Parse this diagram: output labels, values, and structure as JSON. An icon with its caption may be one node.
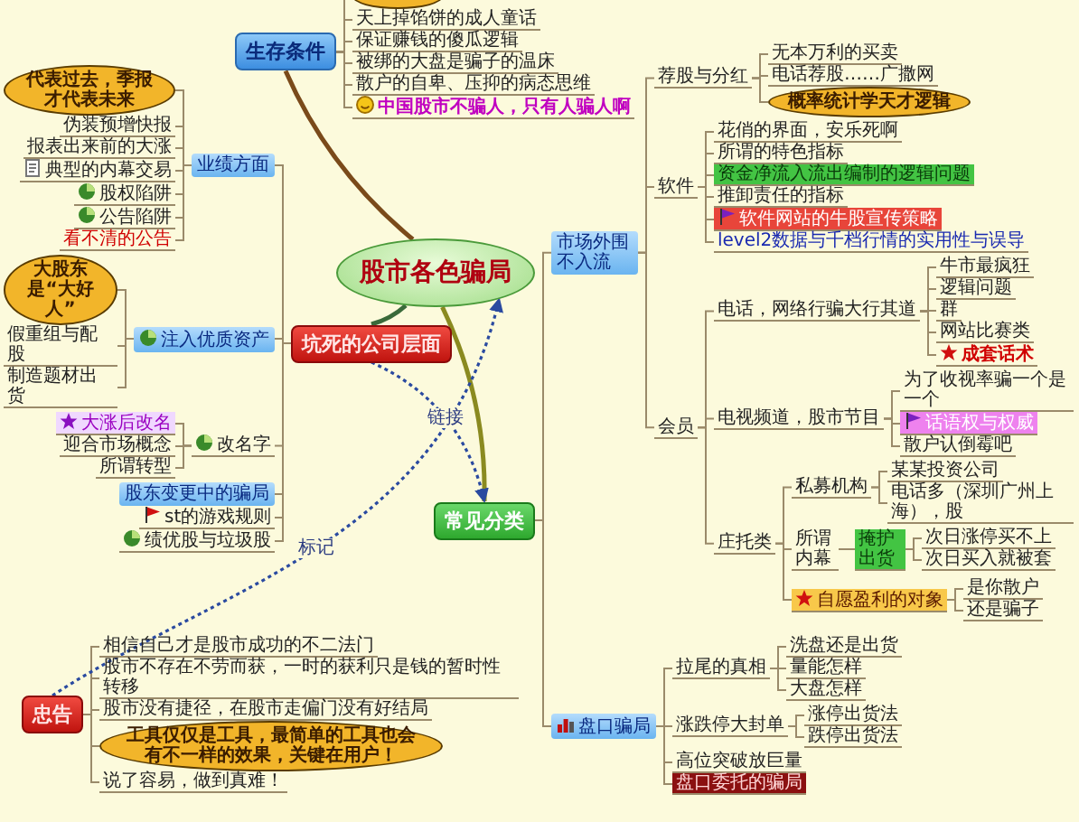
{
  "diagram": {
    "nodes": [
      {
        "text": [
          "股市各色骗局"
        ]
      },
      {
        "text": [
          "生存条件"
        ]
      },
      {
        "text": [],
        "shape": "ellipse"
      },
      {
        "text": [
          "天上掉馅饼的成人童话"
        ]
      },
      {
        "text": [
          "保证赚钱的傻瓜逻辑"
        ]
      },
      {
        "text": [
          "被绑的大盘是骗子的温床"
        ]
      },
      {
        "text": [
          "散户的自卑、压抑的病态思维"
        ]
      },
      {
        "text": [
          "中国股市不骗人，只有人骗人啊"
        ]
      },
      {
        "text": [
          "坑死的公司层面"
        ]
      },
      {
        "text": [
          "业绩方面"
        ]
      },
      {
        "text": [
          "代表过去，季报才代表未来"
        ]
      },
      {
        "text": [
          "伪装预增快报"
        ]
      },
      {
        "text": [
          "报表出来前的大涨"
        ]
      },
      {
        "text": [
          "典型的内幕交易"
        ]
      },
      {
        "text": [
          "股权陷阱"
        ]
      },
      {
        "text": [
          "公告陷阱"
        ]
      },
      {
        "text": [
          "看不清的公告"
        ]
      },
      {
        "text": [
          "注入优质资产"
        ]
      },
      {
        "text": [
          "大股东是“大好人”"
        ]
      },
      {
        "text": [
          "假重组与配股"
        ]
      },
      {
        "text": [
          "制造题材出货"
        ]
      },
      {
        "text": [
          "改名字"
        ]
      },
      {
        "text": [
          "大涨后改名"
        ]
      },
      {
        "text": [
          "迎合市场概念"
        ]
      },
      {
        "text": [
          "所谓转型"
        ]
      },
      {
        "text": [
          "股东变更中的骗局"
        ]
      },
      {
        "text": [
          "st的游戏规则"
        ]
      },
      {
        "text": [
          "绩优股与垃圾股"
        ]
      },
      {
        "text": [
          "忠告"
        ]
      },
      {
        "text": [
          "相信自己才是股市成功的不二法门"
        ]
      },
      {
        "text": [
          "股市不存在不劳而获，一时的获利只是钱的暂时性转移"
        ]
      },
      {
        "text": [
          "股市没有捷径，在股市走偏门没有好结局"
        ]
      },
      {
        "text": [
          "工具仅仅是工具，最简单的工具也会有不一样的效果，关键在用户！"
        ]
      },
      {
        "text": [
          "说了容易，做到真难！"
        ]
      },
      {
        "text": [
          "常见分类"
        ]
      },
      {
        "text": [
          "市场外围不入流"
        ]
      },
      {
        "text": [
          "荐股与分红"
        ]
      },
      {
        "text": [
          "无本万利的买卖"
        ]
      },
      {
        "text": [
          "电话荐股……广撒网"
        ]
      },
      {
        "text": [
          "概率统计学天才逻辑"
        ]
      },
      {
        "text": [
          "软件"
        ]
      },
      {
        "text": [
          "花俏的界面，安乐死啊"
        ]
      },
      {
        "text": [
          "所谓的特色指标"
        ]
      },
      {
        "text": [
          "资金净流入流出编制的逻辑问题"
        ]
      },
      {
        "text": [
          "推卸责任的指标"
        ]
      },
      {
        "text": [
          "软件网站的牛股宣传策略"
        ]
      },
      {
        "text": [
          "level2数据与千档行情的实用性与误导"
        ]
      },
      {
        "text": [
          "会员"
        ]
      },
      {
        "text": [
          "电话，网络行骗大行其道"
        ]
      },
      {
        "text": [
          "牛市最疯狂"
        ]
      },
      {
        "text": [
          "逻辑问题"
        ]
      },
      {
        "text": [
          "群"
        ]
      },
      {
        "text": [
          "网站比赛类"
        ]
      },
      {
        "text": [
          "成套话术"
        ]
      },
      {
        "text": [
          "电视频道，股市节目"
        ]
      },
      {
        "text": [
          "为了收视率骗一个是一个"
        ]
      },
      {
        "text": [
          "话语权与权威"
        ]
      },
      {
        "text": [
          "散户认倒霉吧"
        ]
      },
      {
        "text": [
          "庄托类"
        ]
      },
      {
        "text": [
          "私募机构"
        ]
      },
      {
        "text": [
          "某某投资公司"
        ]
      },
      {
        "text": [
          "电话多（深圳广州上海），股"
        ]
      },
      {
        "text": [
          "所谓内幕"
        ]
      },
      {
        "text": [
          "掩护出货"
        ]
      },
      {
        "text": [
          "次日涨停买不上"
        ]
      },
      {
        "text": [
          "次日买入就被套"
        ]
      },
      {
        "text": [
          "自愿盈利的对象"
        ]
      },
      {
        "text": [
          "是你散户"
        ]
      },
      {
        "text": [
          "还是骗子"
        ]
      },
      {
        "text": [
          "盘口骗局"
        ]
      },
      {
        "text": [
          "拉尾的真相"
        ]
      },
      {
        "text": [
          "洗盘还是出货"
        ]
      },
      {
        "text": [
          "量能怎样"
        ]
      },
      {
        "text": [
          "大盘怎样"
        ]
      },
      {
        "text": [
          "涨跌停大封单"
        ]
      },
      {
        "text": [
          "涨停出货法"
        ]
      },
      {
        "text": [
          "跌停出货法"
        ]
      },
      {
        "text": [
          "高位突破放巨量"
        ]
      },
      {
        "text": [
          "盘口委托的骗局"
        ]
      }
    ],
    "edges": [
      {
        "from": 0,
        "to": 1,
        "arrow": "none",
        "style": "thick",
        "color": "#7a4a1a"
      },
      {
        "from": 1,
        "to": 2,
        "arrow": "none"
      },
      {
        "from": 1,
        "to": 3,
        "arrow": "none"
      },
      {
        "from": 1,
        "to": 4,
        "arrow": "none"
      },
      {
        "from": 1,
        "to": 5,
        "arrow": "none"
      },
      {
        "from": 1,
        "to": 6,
        "arrow": "none"
      },
      {
        "from": 1,
        "to": 7,
        "arrow": "none"
      },
      {
        "from": 0,
        "to": 8,
        "arrow": "none",
        "style": "thick",
        "color": "#3a6a3a"
      },
      {
        "from": 8,
        "to": 9,
        "arrow": "none"
      },
      {
        "from": 9,
        "to": 10,
        "arrow": "none"
      },
      {
        "from": 9,
        "to": 11,
        "arrow": "none"
      },
      {
        "from": 9,
        "to": 12,
        "arrow": "none"
      },
      {
        "from": 9,
        "to": 13,
        "arrow": "none"
      },
      {
        "from": 9,
        "to": 14,
        "arrow": "none"
      },
      {
        "from": 9,
        "to": 15,
        "arrow": "none"
      },
      {
        "from": 9,
        "to": 16,
        "arrow": "none"
      },
      {
        "from": 8,
        "to": 17,
        "arrow": "none"
      },
      {
        "from": 17,
        "to": 18,
        "arrow": "none"
      },
      {
        "from": 17,
        "to": 19,
        "arrow": "none"
      },
      {
        "from": 17,
        "to": 20,
        "arrow": "none"
      },
      {
        "from": 8,
        "to": 21,
        "arrow": "none"
      },
      {
        "from": 21,
        "to": 22,
        "arrow": "none"
      },
      {
        "from": 21,
        "to": 23,
        "arrow": "none"
      },
      {
        "from": 21,
        "to": 24,
        "arrow": "none"
      },
      {
        "from": 8,
        "to": 25,
        "arrow": "none"
      },
      {
        "from": 8,
        "to": 26,
        "arrow": "none"
      },
      {
        "from": 8,
        "to": 27,
        "arrow": "none"
      },
      {
        "from": 28,
        "to": 29,
        "arrow": "none"
      },
      {
        "from": 28,
        "to": 30,
        "arrow": "none"
      },
      {
        "from": 28,
        "to": 31,
        "arrow": "none"
      },
      {
        "from": 28,
        "to": 32,
        "arrow": "none"
      },
      {
        "from": 28,
        "to": 33,
        "arrow": "none"
      },
      {
        "from": 0,
        "to": 34,
        "arrow": "none",
        "style": "thick",
        "color": "#8a8a20"
      },
      {
        "from": 34,
        "to": 35,
        "arrow": "none"
      },
      {
        "from": 35,
        "to": 36,
        "arrow": "none"
      },
      {
        "from": 36,
        "to": 37,
        "arrow": "none"
      },
      {
        "from": 36,
        "to": 38,
        "arrow": "none"
      },
      {
        "from": 36,
        "to": 39,
        "arrow": "none"
      },
      {
        "from": 35,
        "to": 40,
        "arrow": "none"
      },
      {
        "from": 40,
        "to": 41,
        "arrow": "none"
      },
      {
        "from": 40,
        "to": 42,
        "arrow": "none"
      },
      {
        "from": 40,
        "to": 43,
        "arrow": "none"
      },
      {
        "from": 40,
        "to": 44,
        "arrow": "none"
      },
      {
        "from": 40,
        "to": 45,
        "arrow": "none"
      },
      {
        "from": 40,
        "to": 46,
        "arrow": "none"
      },
      {
        "from": 35,
        "to": 47,
        "arrow": "none"
      },
      {
        "from": 47,
        "to": 48,
        "arrow": "none"
      },
      {
        "from": 48,
        "to": 49,
        "arrow": "none"
      },
      {
        "from": 48,
        "to": 50,
        "arrow": "none"
      },
      {
        "from": 48,
        "to": 51,
        "arrow": "none"
      },
      {
        "from": 48,
        "to": 52,
        "arrow": "none"
      },
      {
        "from": 48,
        "to": 53,
        "arrow": "none"
      },
      {
        "from": 47,
        "to": 54,
        "arrow": "none"
      },
      {
        "from": 54,
        "to": 55,
        "arrow": "none"
      },
      {
        "from": 54,
        "to": 56,
        "arrow": "none"
      },
      {
        "from": 54,
        "to": 57,
        "arrow": "none"
      },
      {
        "from": 47,
        "to": 58,
        "arrow": "none"
      },
      {
        "from": 58,
        "to": 59,
        "arrow": "none"
      },
      {
        "from": 59,
        "to": 60,
        "arrow": "none"
      },
      {
        "from": 59,
        "to": 61,
        "arrow": "none"
      },
      {
        "from": 58,
        "to": 62,
        "arrow": "none"
      },
      {
        "from": 62,
        "to": 63,
        "arrow": "none"
      },
      {
        "from": 63,
        "to": 64,
        "arrow": "none"
      },
      {
        "from": 63,
        "to": 65,
        "arrow": "none"
      },
      {
        "from": 58,
        "to": 66,
        "arrow": "none"
      },
      {
        "from": 66,
        "to": 67,
        "arrow": "none"
      },
      {
        "from": 66,
        "to": 68,
        "arrow": "none"
      },
      {
        "from": 34,
        "to": 69,
        "arrow": "none"
      },
      {
        "from": 69,
        "to": 70,
        "arrow": "none"
      },
      {
        "from": 70,
        "to": 71,
        "arrow": "none"
      },
      {
        "from": 70,
        "to": 72,
        "arrow": "none"
      },
      {
        "from": 70,
        "to": 73,
        "arrow": "none"
      },
      {
        "from": 69,
        "to": 74,
        "arrow": "none"
      },
      {
        "from": 74,
        "to": 75,
        "arrow": "none"
      },
      {
        "from": 74,
        "to": 76,
        "arrow": "none"
      },
      {
        "from": 69,
        "to": 77,
        "arrow": "none"
      },
      {
        "from": 69,
        "to": 78,
        "arrow": "none"
      },
      {
        "from": 28,
        "to": 0,
        "arrow": "to",
        "style": "dashed",
        "color": "#2a4aa0",
        "label": "标记"
      },
      {
        "from": 8,
        "to": 34,
        "arrow": "to",
        "style": "dashed",
        "color": "#2a4aa0",
        "label": "链接"
      }
    ]
  }
}
